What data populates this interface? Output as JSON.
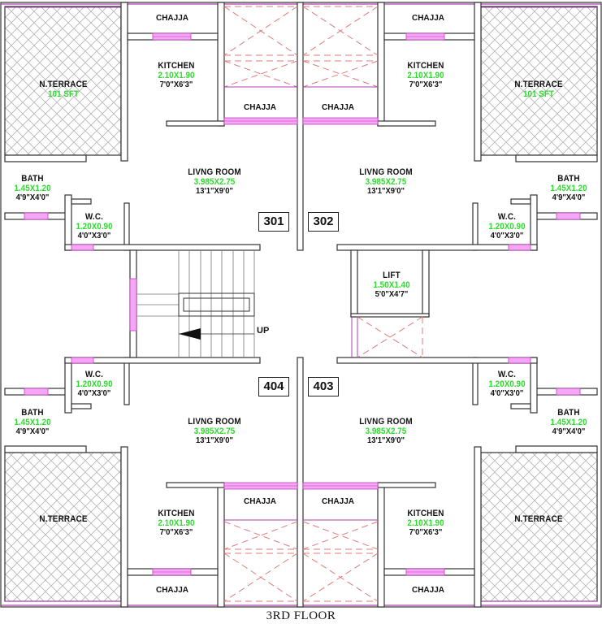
{
  "floor_title": "3RD FLOOR",
  "colors": {
    "wall": "#333333",
    "window": "#e86be8",
    "slab_line": "#b040b0",
    "void_dash": "#e07a7a",
    "metric_text": "#2ddc2d",
    "hatch": "#bbbbbb"
  },
  "flats": {
    "f301": {
      "number": "301",
      "terrace": {
        "name": "N.TERRACE",
        "area": "101 SFT"
      },
      "kitchen": {
        "name": "KITCHEN",
        "metric": "2.10X1.90",
        "imperial": "7'0\"X6'3\""
      },
      "living": {
        "name": "LIVNG ROOM",
        "metric": "3.985X2.75",
        "imperial": "13'1\"X9'0\""
      },
      "bath": {
        "name": "BATH",
        "metric": "1.45X1.20",
        "imperial": "4'9\"X4'0\""
      },
      "wc": {
        "name": "W.C.",
        "metric": "1.20X0.90",
        "imperial": "4'0\"X3'0\""
      },
      "chajja_kitchen": "CHAJJA",
      "chajja_living": "CHAJJA"
    },
    "f302": {
      "number": "302",
      "terrace": {
        "name": "N.TERRACE",
        "area": "101 SFT"
      },
      "kitchen": {
        "name": "KITCHEN",
        "metric": "2.10X1.90",
        "imperial": "7'0\"X6'3\""
      },
      "living": {
        "name": "LIVNG ROOM",
        "metric": "3.985X2.75",
        "imperial": "13'1\"X9'0\""
      },
      "bath": {
        "name": "BATH",
        "metric": "1.45X1.20",
        "imperial": "4'9\"X4'0\""
      },
      "wc": {
        "name": "W.C.",
        "metric": "1.20X0.90",
        "imperial": "4'0\"X3'0\""
      },
      "chajja_kitchen": "CHAJJA",
      "chajja_living": "CHAJJA"
    },
    "f404": {
      "number": "404",
      "terrace": {
        "name": "N.TERRACE"
      },
      "kitchen": {
        "name": "KITCHEN",
        "metric": "2.10X1.90",
        "imperial": "7'0\"X6'3\""
      },
      "living": {
        "name": "LIVNG ROOM",
        "metric": "3.985X2.75",
        "imperial": "13'1\"X9'0\""
      },
      "bath": {
        "name": "BATH",
        "metric": "1.45X1.20",
        "imperial": "4'9\"X4'0\""
      },
      "wc": {
        "name": "W.C.",
        "metric": "1.20X0.90",
        "imperial": "4'0\"X3'0\""
      },
      "chajja_kitchen": "CHAJJA",
      "chajja_living": "CHAJJA"
    },
    "f403": {
      "number": "403",
      "terrace": {
        "name": "N.TERRACE"
      },
      "kitchen": {
        "name": "KITCHEN",
        "metric": "2.10X1.90",
        "imperial": "7'0\"X6'3\""
      },
      "living": {
        "name": "LIVNG ROOM",
        "metric": "3.985X2.75",
        "imperial": "13'1\"X9'0\""
      },
      "bath": {
        "name": "BATH",
        "metric": "1.45X1.20",
        "imperial": "4'9\"X4'0\""
      },
      "wc": {
        "name": "W.C.",
        "metric": "1.20X0.90",
        "imperial": "4'0\"X3'0\""
      },
      "chajja_kitchen": "CHAJJA",
      "chajja_living": "CHAJJA"
    }
  },
  "lift": {
    "name": "LIFT",
    "metric": "1.50X1.40",
    "imperial": "5'0\"X4'7\""
  },
  "stair": {
    "direction_label": "UP"
  }
}
